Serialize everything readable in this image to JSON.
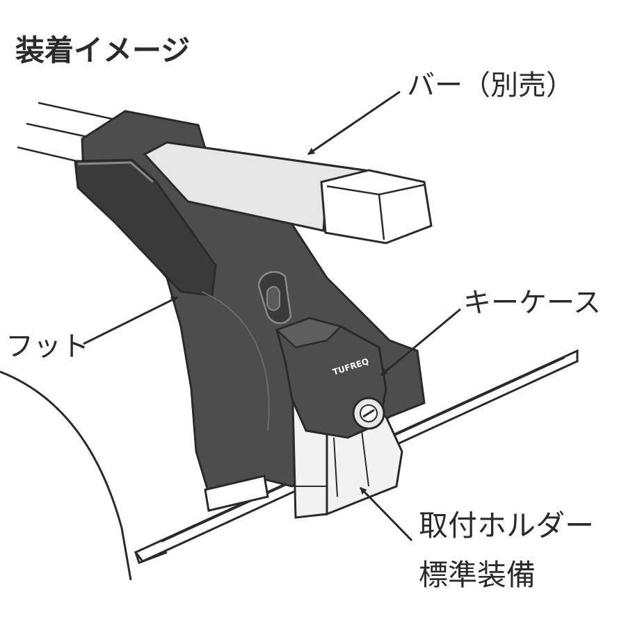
{
  "title": "装着イメージ",
  "labels": {
    "bar": "バー（別売）",
    "foot": "フット",
    "key_case": "キーケース",
    "holder": "取付ホルダー",
    "standard": "標準装備"
  },
  "brand": "TUFREQ",
  "colors": {
    "line": "#2a2a2a",
    "foot_fill": "#4d4d4d",
    "foot_dark": "#3a3a3a",
    "bar_fill": "#e6e6e6",
    "holder_fill": "#f2f2f2",
    "background": "#ffffff"
  }
}
